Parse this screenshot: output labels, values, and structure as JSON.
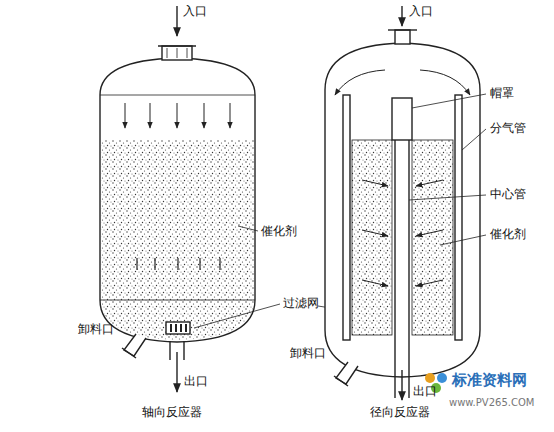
{
  "diagram": {
    "labels": [
      "入口",
      "入口",
      "帽罩",
      "分气管",
      "催化剂",
      "中心管",
      "催化剂",
      "过滤网",
      "卸料口",
      "卸料口",
      "出口",
      "出口",
      "轴向反应器",
      "径向反应器",
      "标准资料网",
      "www.PV265.COM"
    ]
  }
}
